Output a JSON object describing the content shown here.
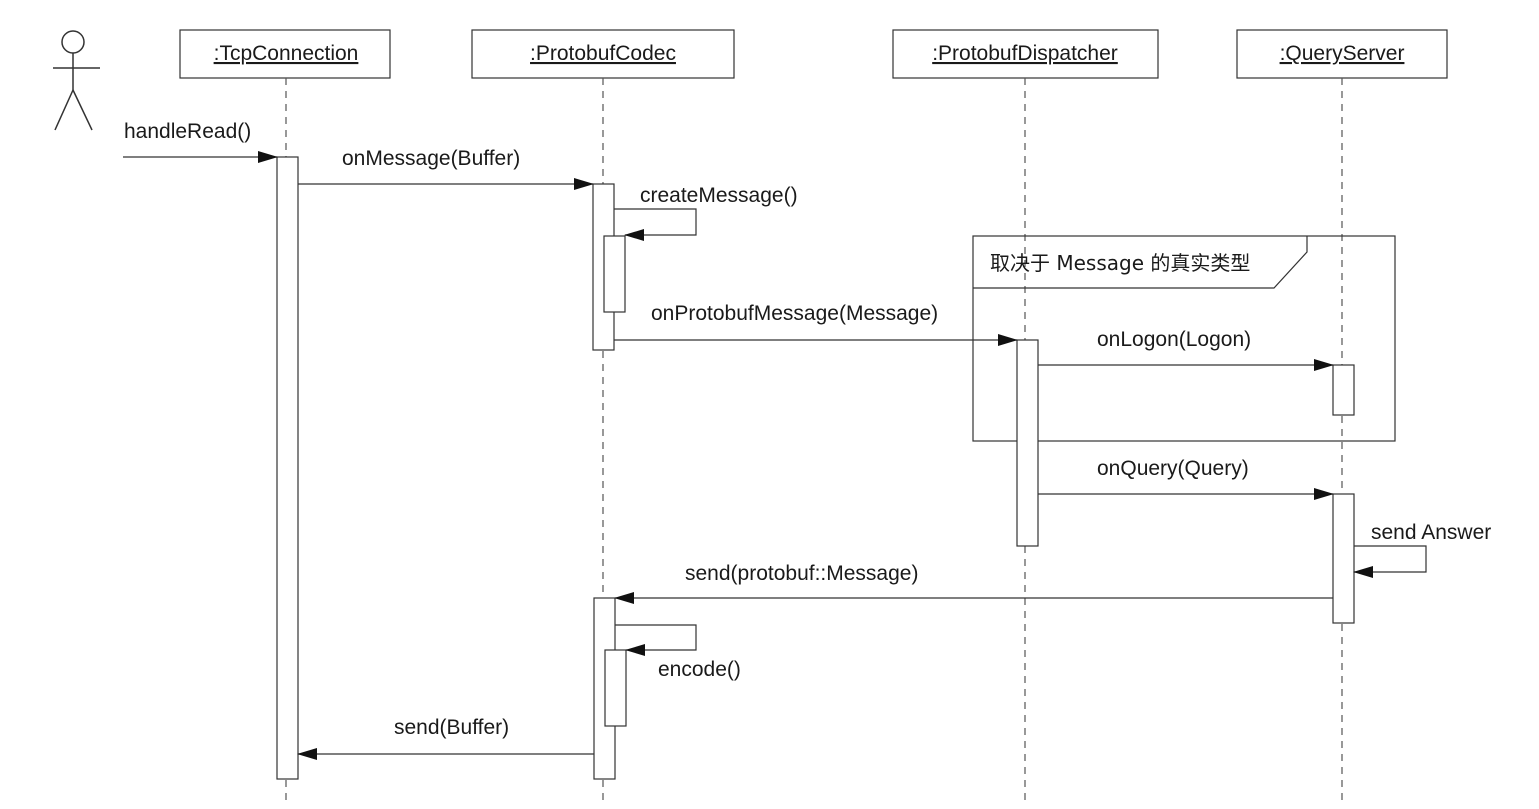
{
  "participants": {
    "tcp": ":TcpConnection",
    "codec": ":ProtobufCodec",
    "dispatcher": ":ProtobufDispatcher",
    "server": ":QueryServer"
  },
  "messages": {
    "handle_read": "handleRead()",
    "on_message": "onMessage(Buffer)",
    "create_message": "createMessage()",
    "on_protobuf_message": "onProtobufMessage(Message)",
    "on_logon": "onLogon(Logon)",
    "on_query": "onQuery(Query)",
    "send_answer": "send Answer",
    "send_protobuf": "send(protobuf::Message)",
    "encode": "encode()",
    "send_buffer": "send(Buffer)"
  },
  "frame": {
    "label": "取决于 Message 的真实类型"
  },
  "colors": {
    "line": "#333333",
    "text": "#1a1a1a",
    "box_fill": "#ffffff"
  }
}
